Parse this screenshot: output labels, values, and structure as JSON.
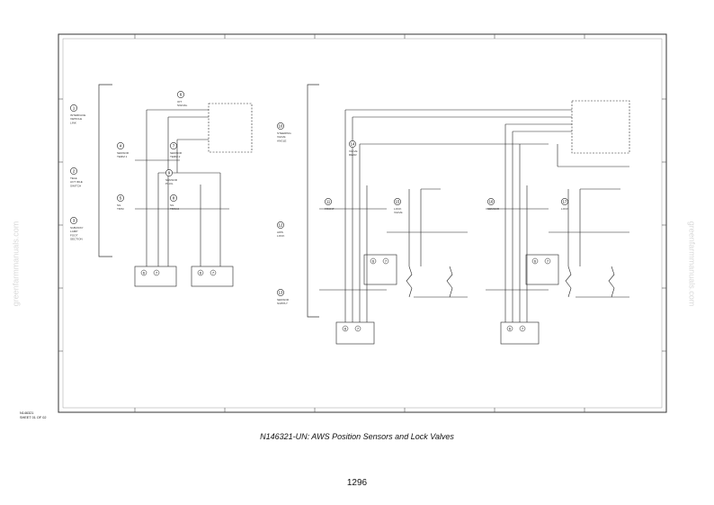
{
  "title": "N146321-UN: AWS Position Sensors and Lock Valves",
  "page_number": "1296",
  "sheet_id": [
    "N146321",
    "SHEET 01 OF 02"
  ],
  "watermark": "greenfarmmanuals.com",
  "numbered_callouts": [
    {
      "num": "1",
      "lines": [
        "INTERFACE",
        "VEHICLE",
        "LINK"
      ]
    },
    {
      "num": "2",
      "lines": [
        "TELE",
        "ACT IDLE",
        "SWITCH"
      ]
    },
    {
      "num": "3",
      "lines": [
        "SUBASSY",
        "LAMP",
        "FOOT",
        "SECTION"
      ]
    },
    {
      "num": "4",
      "lines": [
        "SENSOR",
        "TERM 1"
      ]
    },
    {
      "num": "5",
      "lines": [
        "SIL",
        "TRIM"
      ]
    },
    {
      "num": "6",
      "lines": [
        "IOT",
        "SIGNAL"
      ]
    },
    {
      "num": "7",
      "lines": [
        "SENSOR",
        "TERM 2"
      ]
    },
    {
      "num": "8",
      "lines": [
        "SIL",
        "TRIM 2"
      ]
    },
    {
      "num": "9",
      "lines": [
        "SENSOR",
        "PLUG"
      ]
    },
    {
      "num": "10",
      "lines": [
        "STEERING",
        "VALVE",
        "ANGLE"
      ]
    },
    {
      "num": "11",
      "lines": [
        "FRONT"
      ]
    },
    {
      "num": "12",
      "lines": [
        "AWS",
        "LOCK"
      ]
    },
    {
      "num": "13",
      "lines": [
        "SENSOR",
        "SUPPLY"
      ]
    },
    {
      "num": "14",
      "lines": [
        "VALVE",
        "REAR"
      ]
    },
    {
      "num": "15",
      "lines": [
        "LOCK",
        "VALVE"
      ]
    },
    {
      "num": "16",
      "lines": [
        "SENSOR"
      ]
    },
    {
      "num": "17",
      "lines": [
        "LOCK"
      ]
    }
  ],
  "pins": [
    "6",
    "7"
  ]
}
